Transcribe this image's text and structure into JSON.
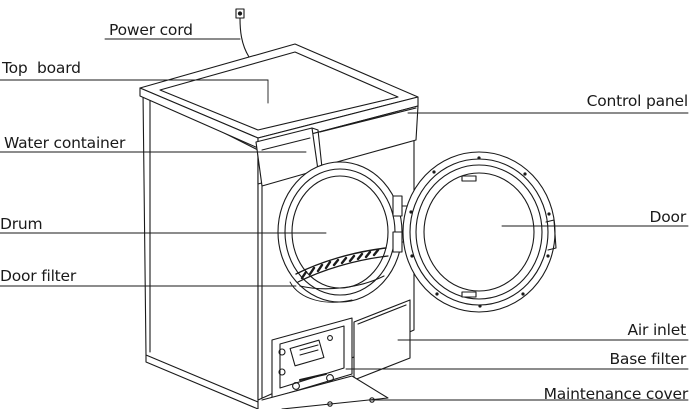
{
  "diagram": {
    "labels": {
      "power_cord": "Power cord",
      "top_board": "Top  board",
      "control_panel": "Control panel",
      "water_container": "Water container",
      "drum": "Drum",
      "door": "Door",
      "door_filter": "Door filter",
      "air_inlet": "Air inlet",
      "base_filter": "Base filter",
      "maintenance_cover": "Maintenance cover"
    },
    "colors": {
      "line": "#1a1a1a",
      "background": "#ffffff",
      "shade": "#d9d9d9"
    }
  }
}
